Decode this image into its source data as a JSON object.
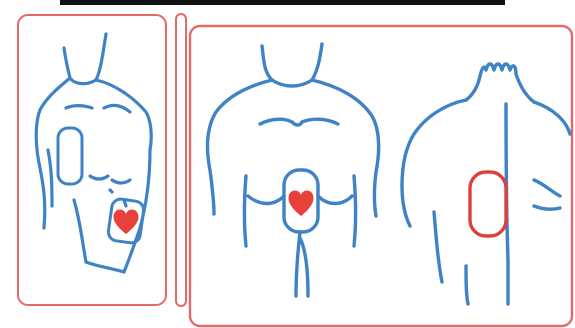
{
  "colors": {
    "figure_stroke": "#3f83c6",
    "frame_stroke": "#e46a6a",
    "pad_stroke": "#e0403c",
    "heart_fill": "#e8403a",
    "top_bar": "#111111",
    "background": "#ffffff",
    "panel_fill": "#fdfbf8"
  },
  "panels": [
    {
      "id": "anterolateral",
      "description_icon": "torso-front-icon",
      "pads": [
        "right-upper-chest-pad",
        "left-lower-ribcage-pad"
      ],
      "heart_pad": "left-lower-ribcage-pad"
    },
    {
      "id": "anteroposterior",
      "description_icon": "torso-front-and-back-icon",
      "pads": [
        "front-center-chest-pad",
        "back-left-shoulder-blade-pad"
      ],
      "heart_pad": "front-center-chest-pad"
    }
  ]
}
